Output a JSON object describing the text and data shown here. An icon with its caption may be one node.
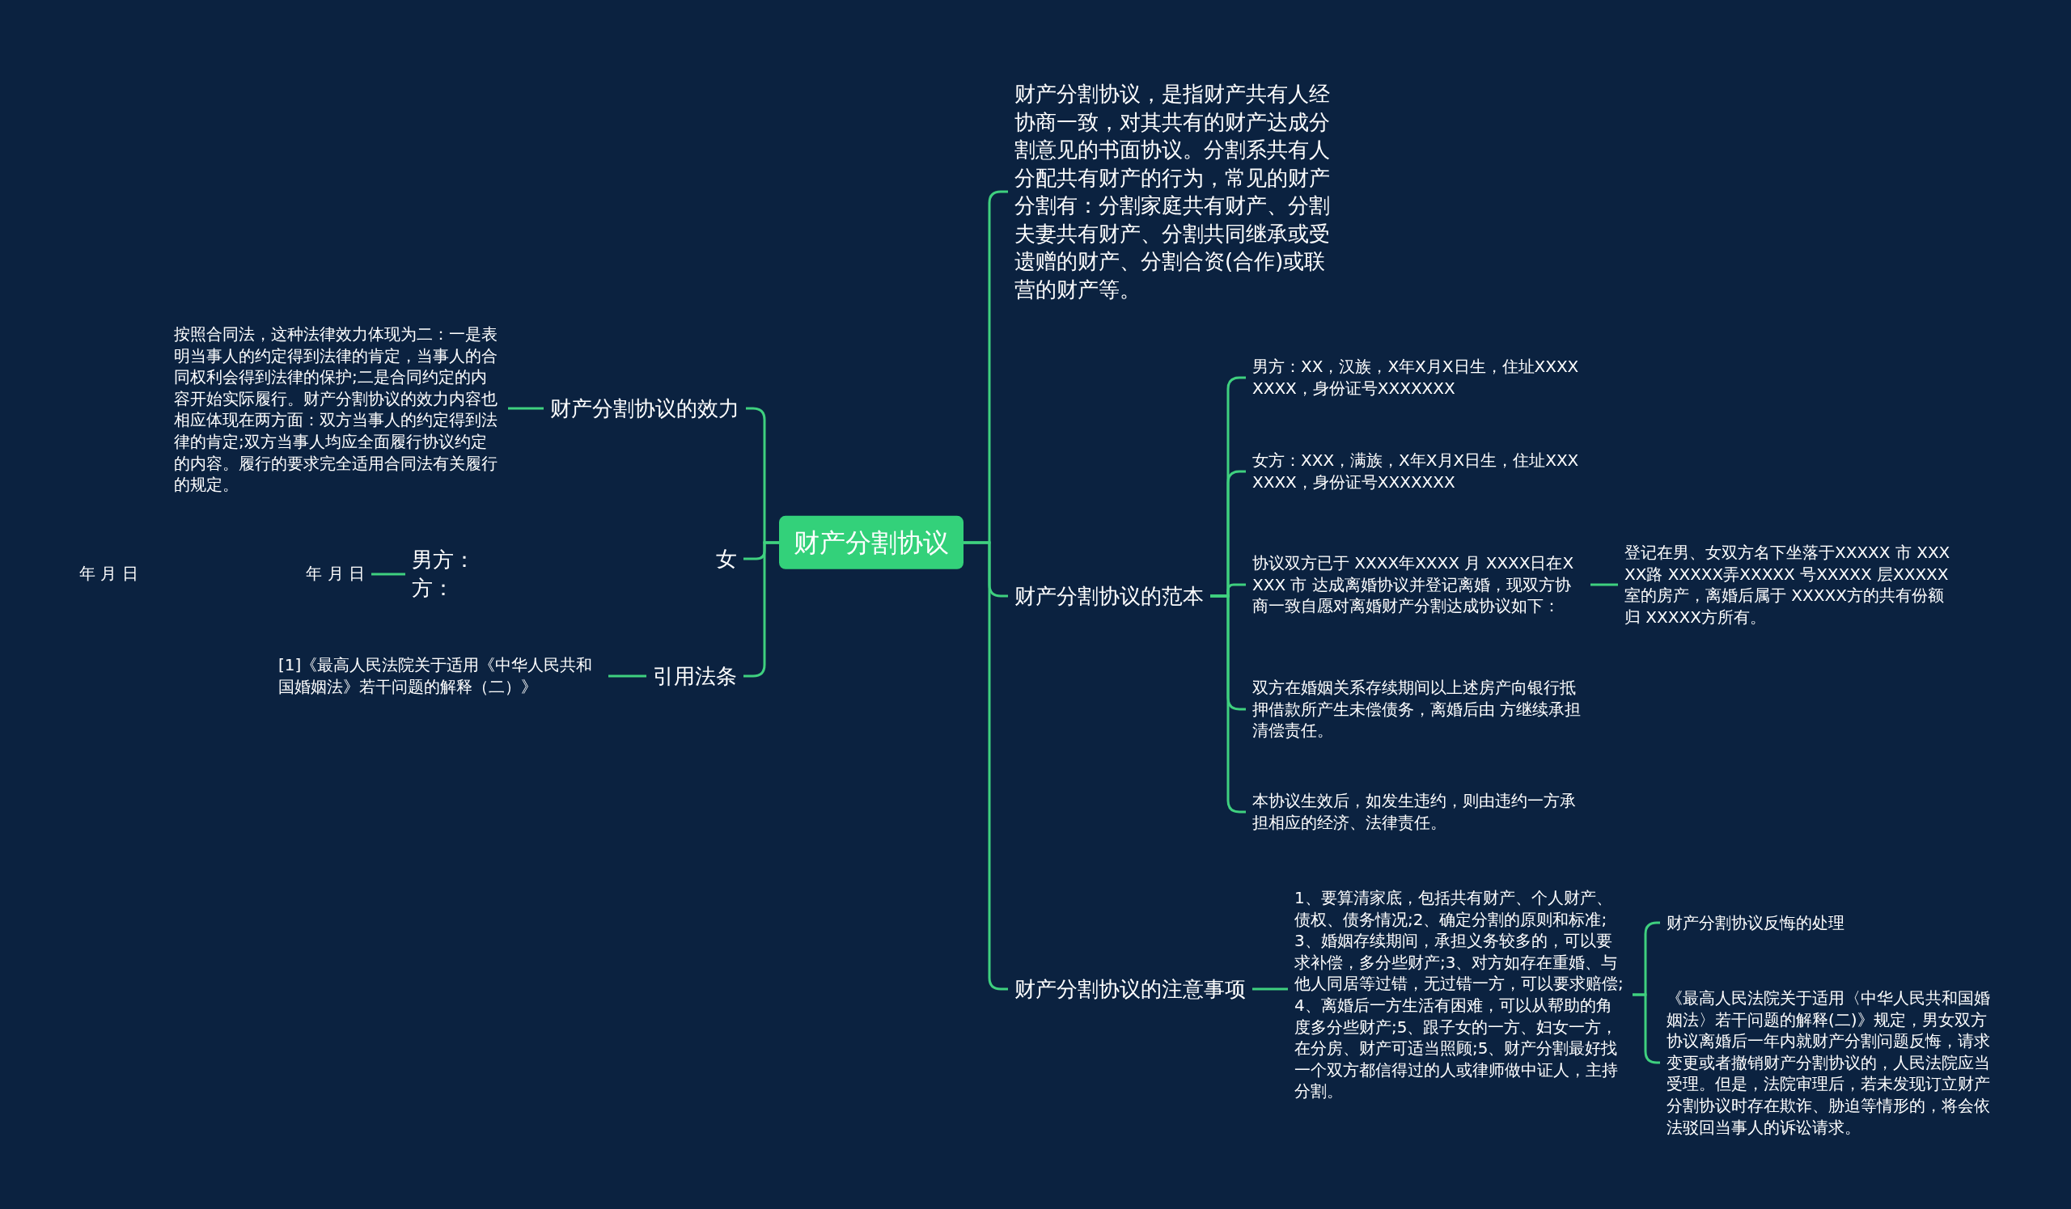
{
  "diagram": {
    "nodes": [
      {
        "text": [
          "财产分割协议"
        ]
      },
      {
        "text": [
          "财产分割协议，是指财产共有人经协商一致，对其共有的财产达成分割意见的书面协议。分割系共有人分配共有财产的行为，常见的财产分割有：分割家庭共有财产、分割夫妻共有财产、分割共同继承或受遗赠的财产、分割合资(合作)或联营的财产等。"
        ]
      },
      {
        "text": [
          "财产分割协议的范本"
        ]
      },
      {
        "text": [
          "男方：XX，汉族，X年X月X日生，住址XXXXXXXX，身份证号XXXXXXX"
        ]
      },
      {
        "text": [
          "女方：XXX，满族，X年X月X日生，住址XXXXXXX，身份证号XXXXXXX"
        ]
      },
      {
        "text": [
          "协议双方已于 XXXX年XXXX 月 XXXX日在XXXX 市 达成离婚协议并登记离婚，现双方协商一致自愿对离婚财产分割达成协议如下："
        ]
      },
      {
        "text": [
          "登记在男、女双方名下坐落于XXXXX 市 XXXXX路 XXXXX弄XXXXX 号XXXXX 层XXXXX室的房产，离婚后属于 XXXXX方的共有份额归 XXXXX方所有。"
        ]
      },
      {
        "text": [
          "双方在婚姻关系存续期间以上述房产向银行抵押借款所产生未偿债务，离婚后由 方继续承担清偿责任。"
        ]
      },
      {
        "text": [
          "本协议生效后，如发生违约，则由违约一方承担相应的经济、法律责任。"
        ]
      },
      {
        "text": [
          "财产分割协议的注意事项"
        ]
      },
      {
        "text": [
          "1、要算清家底，包括共有财产、个人财产、债权、债务情况;2、确定分割的原则和标准;3、婚姻存续期间，承担义务较多的，可以要求补偿，多分些财产;3、对方如存在重婚、与他人同居等过错，无过错一方，可以要求赔偿;4、离婚后一方生活有困难，可以从帮助的角度多分些财产;5、跟子女的一方、妇女一方，在分房、财产可适当照顾;5、财产分割最好找一个双方都信得过的人或律师做中证人，主持分割。"
        ]
      },
      {
        "text": [
          "财产分割协议反悔的处理"
        ]
      },
      {
        "text": [
          "《最高人民法院关于适用〈中华人民共和国婚姻法〉若干问题的解释(二)》规定，男女双方协议离婚后一年内就财产分割问题反悔，请求变更或者撤销财产分割协议的，人民法院应当受理。但是，法院审理后，若未发现订立财产分割协议时存在欺诈、胁迫等情形的，将会依法驳回当事人的诉讼请求。"
        ]
      },
      {
        "text": [
          "财产分割协议的效力"
        ]
      },
      {
        "text": [
          "按照合同法，这种法律效力体现为二：一是表明当事人的约定得到法律的肯定，当事人的合同权利会得到法律的保护;二是合同约定的内容开始实际履行。财产分割协议的效力内容也相应体现在两方面：双方当事人的约定得到法律的肯定;双方当事人均应全面履行协议约定的内容。履行的要求完全适用合同法有关履行的规定。"
        ]
      },
      {
        "text": [
          "女"
        ]
      },
      {
        "text": [
          "男方：方："
        ]
      },
      {
        "text": [
          "年 月 日"
        ]
      },
      {
        "text": [
          "引用法条"
        ]
      },
      {
        "text": [
          "[1]《最高人民法院关于适用《中华人民共和国婚姻法》若干问题的解释（二）》"
        ]
      }
    ],
    "edges": [
      {
        "from": 0,
        "to": 1,
        "arrow": "none"
      },
      {
        "from": 0,
        "to": 2,
        "arrow": "none"
      },
      {
        "from": 2,
        "to": 3,
        "arrow": "none"
      },
      {
        "from": 2,
        "to": 4,
        "arrow": "none"
      },
      {
        "from": 2,
        "to": 5,
        "arrow": "none"
      },
      {
        "from": 5,
        "to": 6,
        "arrow": "none"
      },
      {
        "from": 2,
        "to": 7,
        "arrow": "none"
      },
      {
        "from": 2,
        "to": 8,
        "arrow": "none"
      },
      {
        "from": 0,
        "to": 9,
        "arrow": "none"
      },
      {
        "from": 9,
        "to": 10,
        "arrow": "none"
      },
      {
        "from": 10,
        "to": 11,
        "arrow": "none"
      },
      {
        "from": 10,
        "to": 12,
        "arrow": "none"
      },
      {
        "from": 0,
        "to": 13,
        "arrow": "none"
      },
      {
        "from": 13,
        "to": 14,
        "arrow": "none"
      },
      {
        "from": 0,
        "to": 15,
        "arrow": "none"
      },
      {
        "from": 16,
        "to": 17,
        "arrow": "none"
      },
      {
        "from": 0,
        "to": 18,
        "arrow": "none"
      },
      {
        "from": 18,
        "to": 19,
        "arrow": "none"
      }
    ],
    "labels": [
      "年 月 日"
    ]
  }
}
